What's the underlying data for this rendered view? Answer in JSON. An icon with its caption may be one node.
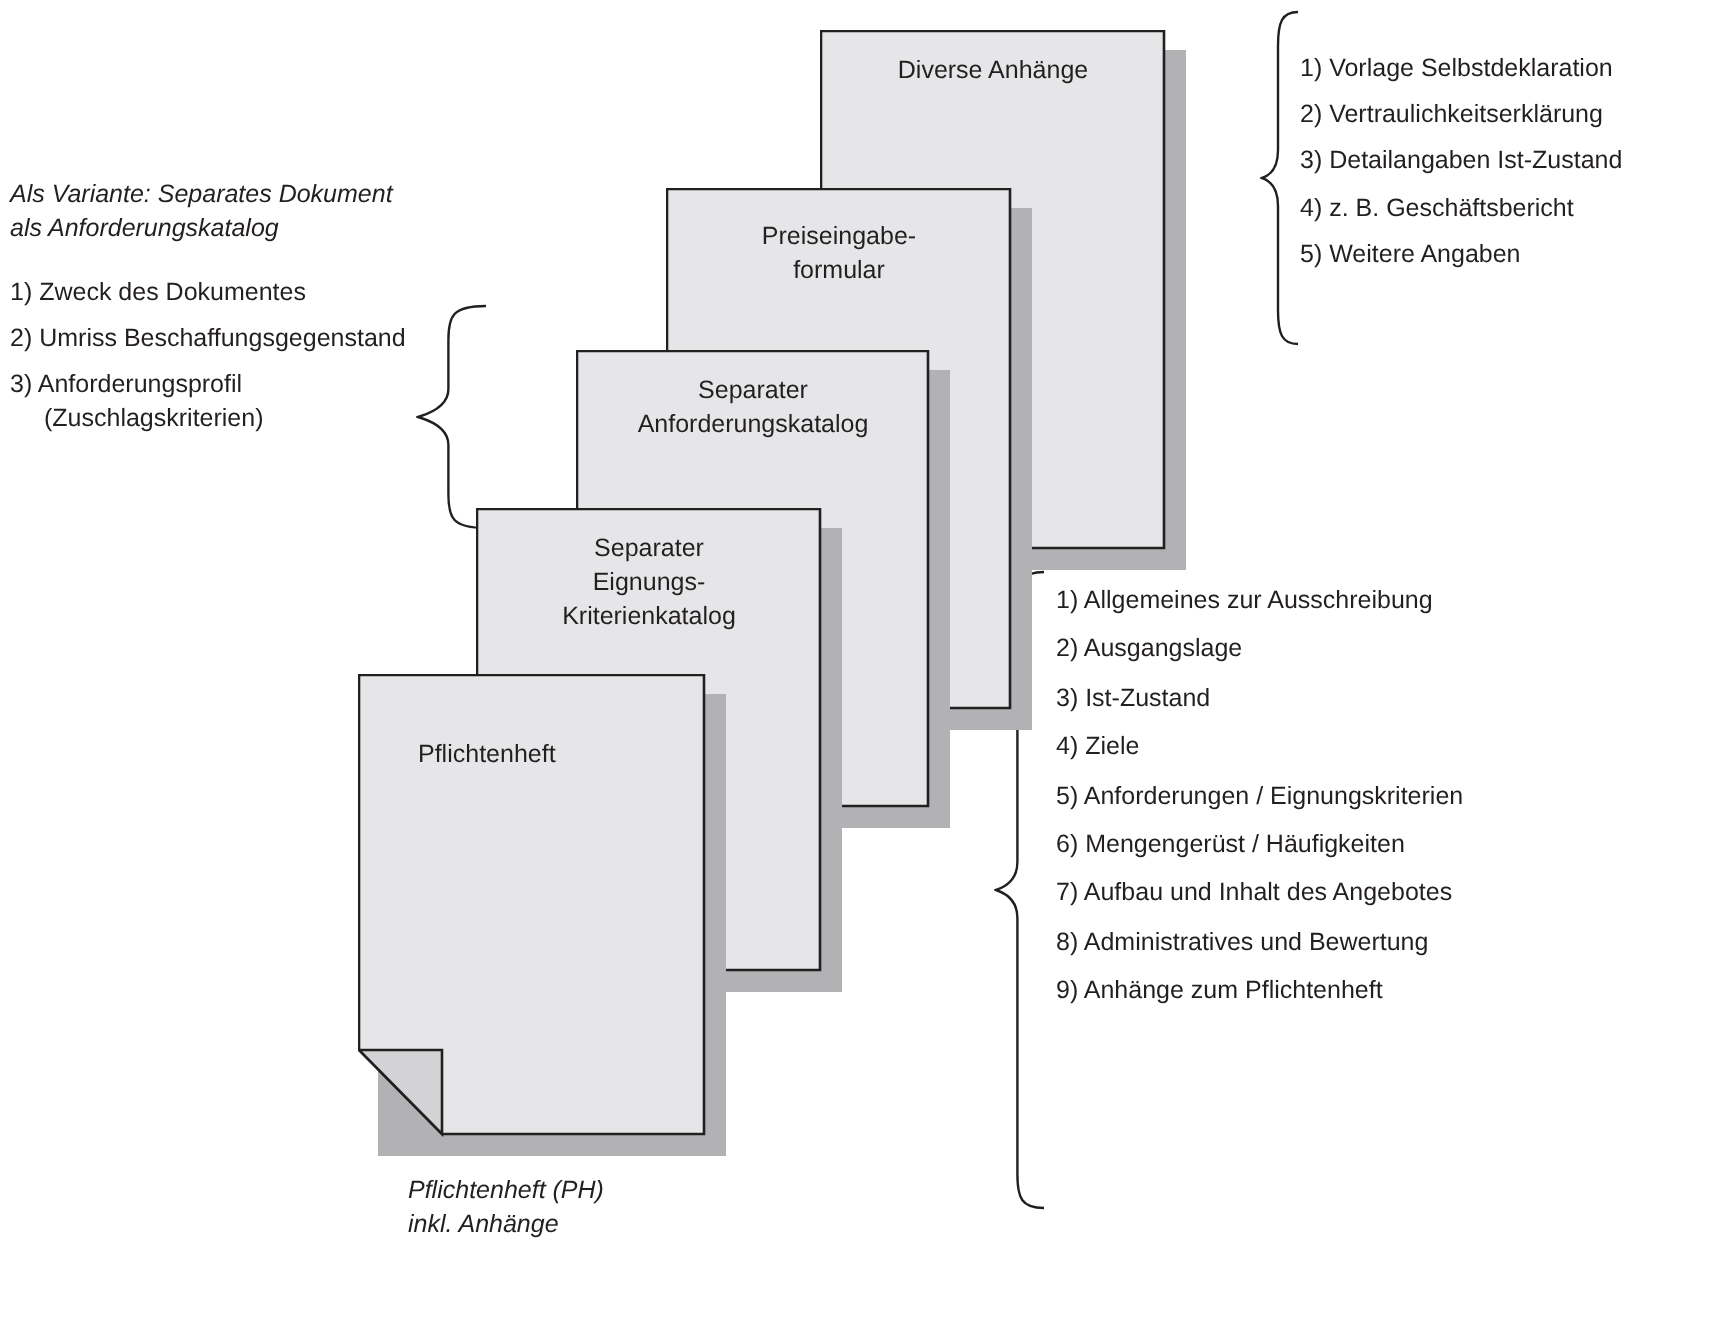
{
  "diagram": {
    "nodes": [
      {
        "text": [
          "Diverse Anhänge"
        ]
      },
      {
        "text": [
          "Preiseingabe-formular"
        ]
      },
      {
        "text": [
          "Separater Anforderungskatalog"
        ]
      },
      {
        "text": [
          "Separater Eignungs-Kriterienkatalog"
        ]
      },
      {
        "text": [
          "Pflichtenheft"
        ]
      }
    ],
    "edges": [],
    "labels": [
      "1) Vorlage Selbstdeklaration",
      "2) Vertraulichkeitserklärung",
      "3) Detailangaben Ist-Zustand",
      "4) z. B. Geschäftsbericht",
      "5) Weitere Angaben",
      "Als Variante: Separates Dokument als Anforderungskatalog",
      "1) Zweck des Dokumentes",
      "2) Umriss Beschaffungsgegenstand",
      "3) Anforderungsprofil (Zuschlagskriterien)",
      "1) Allgemeines zur Ausschreibung",
      "2) Ausgangslage",
      "3) Ist-Zustand",
      "4) Ziele",
      "5) Anforderungen / Eignungskriterien",
      "6) Mengengerüst / Häufigkeiten",
      "7) Aufbau und Inhalt des Angebotes",
      "8) Administratives und Bewertung",
      "9) Anhänge zum Pflichtenheft",
      "Pflichtenheft (PH) inkl. Anhänge"
    ]
  }
}
